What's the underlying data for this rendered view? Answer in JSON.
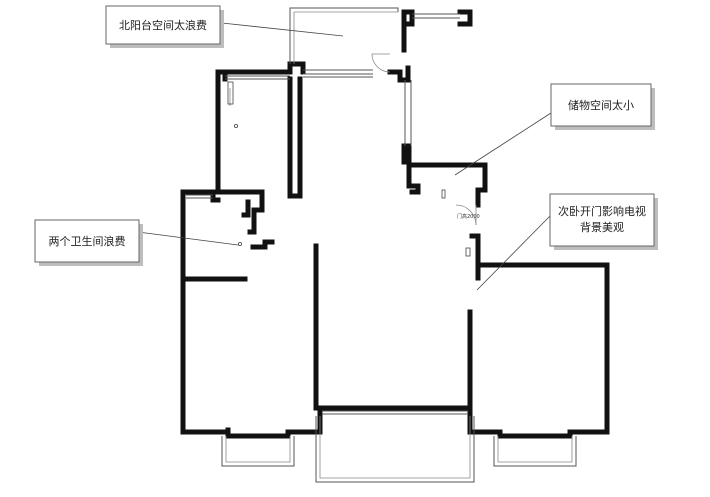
{
  "annotations": [
    {
      "id": "north-balcony-note",
      "text": "北阳台空间太浪费"
    },
    {
      "id": "storage-note",
      "text": "储物空间太小"
    },
    {
      "id": "bedroom-door-note",
      "line1": "次卧开门影响电视",
      "line2": "背景美观"
    },
    {
      "id": "bathroom-note",
      "text": "两个卫生间浪费"
    }
  ],
  "dimension_label": "门高2000",
  "colors": {
    "wall": "#111111",
    "annotation_border": "#666666",
    "shadow": "#bdbdbd"
  }
}
